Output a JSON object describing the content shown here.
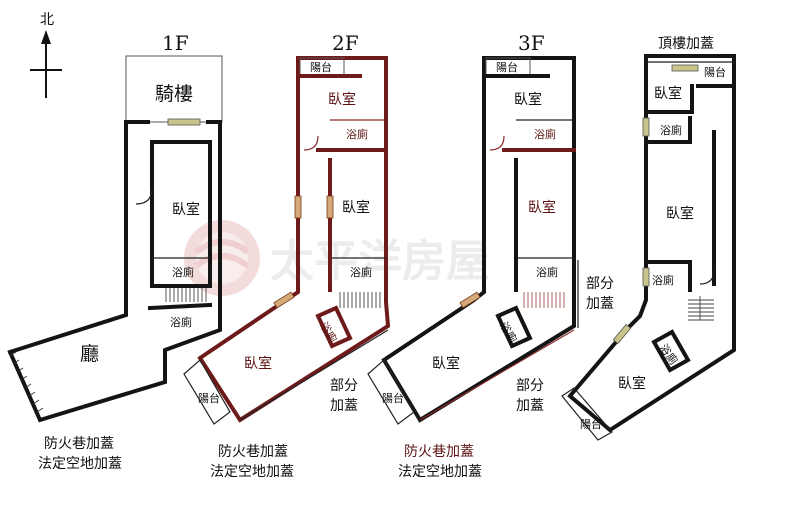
{
  "compass": {
    "label": "北"
  },
  "floors": [
    {
      "title": "1F"
    },
    {
      "title": "2F"
    },
    {
      "title": "3F"
    },
    {
      "title": "頂樓加蓋"
    }
  ],
  "rooms": {
    "arcade": "騎樓",
    "bedroom": "臥室",
    "bathroom": "浴廁",
    "hall": "廳",
    "balcony": "陽台"
  },
  "notes": {
    "partial_extension_1": "部分",
    "partial_extension_2": "加蓋",
    "fire_lane": "防火巷加蓋",
    "legal_open_space": "法定空地加蓋"
  },
  "watermark": {
    "text": "太平洋房屋"
  },
  "colors": {
    "wall": "#141414",
    "wall_red": "#6e1a1a",
    "text_red": "#5e1414"
  }
}
